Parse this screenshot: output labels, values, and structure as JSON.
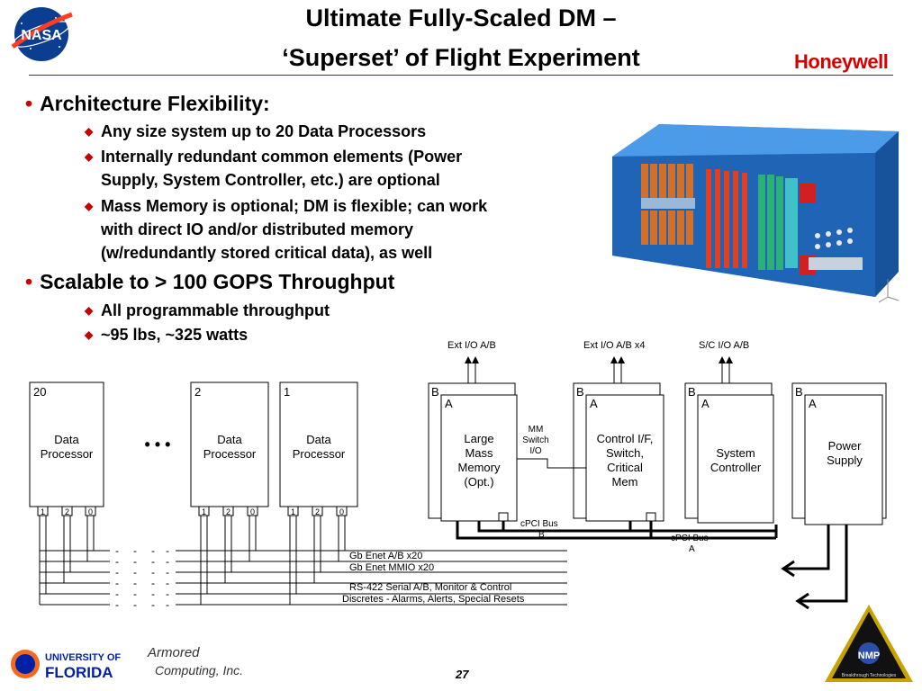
{
  "header": {
    "title_line1": "Ultimate Fully-Scaled DM –",
    "title_line2": "‘Superset’ of Flight Experiment",
    "nasa_logo_text": "NASA",
    "honeywell_logo_text": "Honeywell",
    "accent_color": "#c40000"
  },
  "bullets": [
    {
      "text": "Architecture Flexibility:",
      "sub": [
        [
          "Any size system up to 20 Data Processors"
        ],
        [
          "Internally redundant common elements (Power",
          "Supply, System Controller, etc.) are optional"
        ],
        [
          "Mass Memory is optional; DM is flexible; can work",
          "with direct IO and/or distributed memory",
          "(w/redundantly stored critical data), as well"
        ]
      ]
    },
    {
      "text": "Scalable to > 100 GOPS Throughput",
      "sub": [
        [
          "All programmable throughput"
        ],
        [
          "~95 lbs, ~325 watts"
        ]
      ]
    }
  ],
  "diagram": {
    "processors": [
      {
        "num": "20",
        "label1": "Data",
        "label2": "Processor",
        "ports": [
          "1",
          "2",
          "0"
        ]
      },
      {
        "num": "2",
        "label1": "Data",
        "label2": "Processor",
        "ports": [
          "1",
          "2",
          "0"
        ]
      },
      {
        "num": "1",
        "label1": "Data",
        "label2": "Processor",
        "ports": [
          "1",
          "2",
          "0"
        ]
      }
    ],
    "ellipsis": "• • •",
    "mass_memory": {
      "b": "B",
      "a": "A",
      "lines": [
        "Large",
        "Mass",
        "Memory",
        "(Opt.)"
      ]
    },
    "control": {
      "b": "B",
      "a": "A",
      "lines": [
        "Control I/F,",
        "Switch,",
        "Critical",
        "Mem"
      ]
    },
    "system_controller": {
      "b": "B",
      "a": "A",
      "lines": [
        "System",
        "Controller"
      ]
    },
    "power_supply": {
      "b": "B",
      "a": "A",
      "lines": [
        "Power",
        "Supply"
      ]
    },
    "ext_io_1": "Ext I/O A/B",
    "ext_io_2": "Ext I/O A/B x4",
    "sc_io": "S/C I/O A/B",
    "mm_switch": [
      "MM",
      "Switch",
      "I/O"
    ],
    "cpci_b": [
      "cPCI Bus",
      "B"
    ],
    "cpci_a": [
      "cPCI Bus",
      "A"
    ],
    "bus_labels": [
      "Gb Enet A/B x20",
      "Gb Enet MMIO x20",
      "RS-422 Serial A/B, Monitor & Control",
      "Discretes - Alarms, Alerts, Special Resets"
    ]
  },
  "footer": {
    "page_number": "27",
    "uf_line1": "UNIVERSITY OF",
    "uf_line2": "FLORIDA",
    "armored_line1": "Armored",
    "armored_line2": "Computing, Inc.",
    "nmp_text": "NMP",
    "nmp_caption": "Breakthrough Technologies"
  }
}
